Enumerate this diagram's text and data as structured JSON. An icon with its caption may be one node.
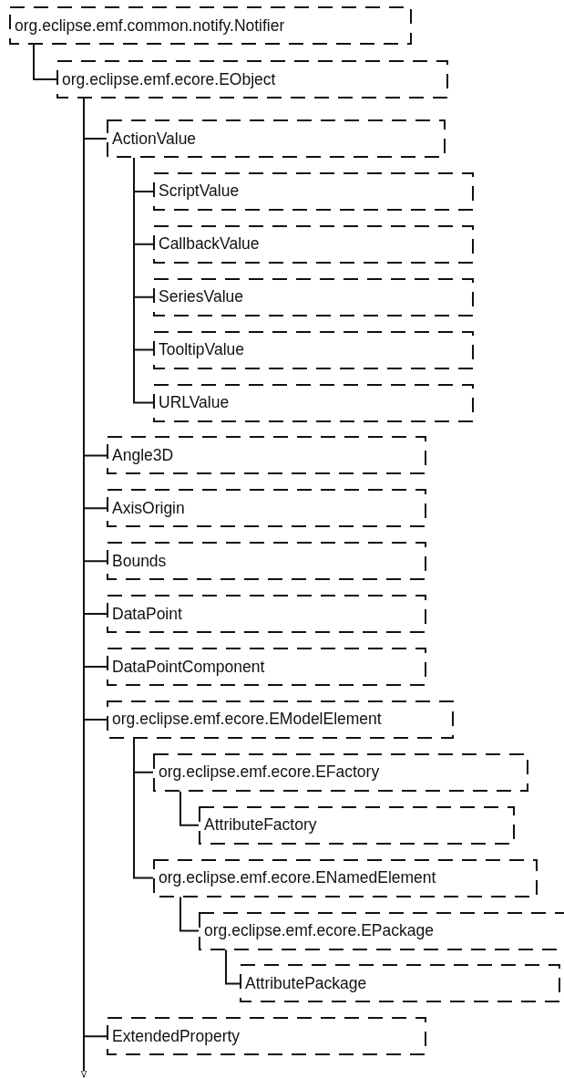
{
  "diagram": {
    "nodes": [
      {
        "text": [
          "org.eclipse.emf.common.notify.Notifier"
        ]
      },
      {
        "text": [
          "org.eclipse.emf.ecore.EObject"
        ]
      },
      {
        "text": [
          "ActionValue"
        ]
      },
      {
        "text": [
          "ScriptValue"
        ]
      },
      {
        "text": [
          "CallbackValue"
        ]
      },
      {
        "text": [
          "SeriesValue"
        ]
      },
      {
        "text": [
          "TooltipValue"
        ]
      },
      {
        "text": [
          "URLValue"
        ]
      },
      {
        "text": [
          "Angle3D"
        ]
      },
      {
        "text": [
          "AxisOrigin"
        ]
      },
      {
        "text": [
          "Bounds"
        ]
      },
      {
        "text": [
          "DataPoint"
        ]
      },
      {
        "text": [
          "DataPointComponent"
        ]
      },
      {
        "text": [
          "org.eclipse.emf.ecore.EModelElement"
        ]
      },
      {
        "text": [
          "org.eclipse.emf.ecore.EFactory"
        ]
      },
      {
        "text": [
          "AttributeFactory"
        ]
      },
      {
        "text": [
          "org.eclipse.emf.ecore.ENamedElement"
        ]
      },
      {
        "text": [
          "org.eclipse.emf.ecore.EPackage"
        ]
      },
      {
        "text": [
          "AttributePackage"
        ]
      },
      {
        "text": [
          "ExtendedProperty"
        ]
      }
    ],
    "edges": [
      {
        "from": 0,
        "to": 1,
        "arrow": "none"
      },
      {
        "from": 1,
        "to": 2,
        "arrow": "none"
      },
      {
        "from": 2,
        "to": 3,
        "arrow": "none"
      },
      {
        "from": 2,
        "to": 4,
        "arrow": "none"
      },
      {
        "from": 2,
        "to": 5,
        "arrow": "none"
      },
      {
        "from": 2,
        "to": 6,
        "arrow": "none"
      },
      {
        "from": 2,
        "to": 7,
        "arrow": "none"
      },
      {
        "from": 1,
        "to": 8,
        "arrow": "none"
      },
      {
        "from": 1,
        "to": 9,
        "arrow": "none"
      },
      {
        "from": 1,
        "to": 10,
        "arrow": "none"
      },
      {
        "from": 1,
        "to": 11,
        "arrow": "none"
      },
      {
        "from": 1,
        "to": 12,
        "arrow": "none"
      },
      {
        "from": 1,
        "to": 13,
        "arrow": "none"
      },
      {
        "from": 13,
        "to": 14,
        "arrow": "none"
      },
      {
        "from": 14,
        "to": 15,
        "arrow": "none"
      },
      {
        "from": 13,
        "to": 16,
        "arrow": "none"
      },
      {
        "from": 16,
        "to": 17,
        "arrow": "none"
      },
      {
        "from": 17,
        "to": 18,
        "arrow": "none"
      },
      {
        "from": 1,
        "to": 19,
        "arrow": "none"
      },
      {
        "from": 1,
        "to": null,
        "arrow": "to"
      }
    ]
  }
}
